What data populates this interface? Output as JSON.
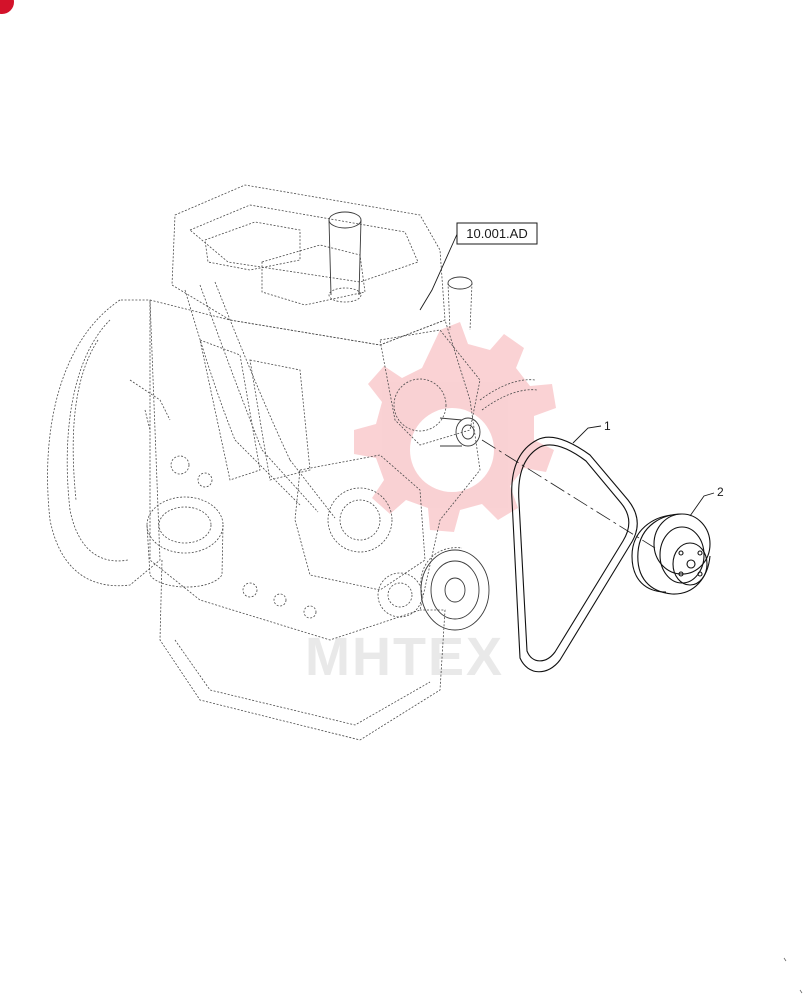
{
  "diagram": {
    "reference_label": "10.001.AD",
    "callouts": [
      {
        "id": "1",
        "part": "belt"
      },
      {
        "id": "2",
        "part": "pulley"
      }
    ],
    "watermark_text": "MHTEX",
    "colors": {
      "line": "#1a1a1a",
      "engine_line": "#4a4a4a",
      "watermark_red": "#e8323c",
      "corner_mark": "#d3122a"
    }
  }
}
